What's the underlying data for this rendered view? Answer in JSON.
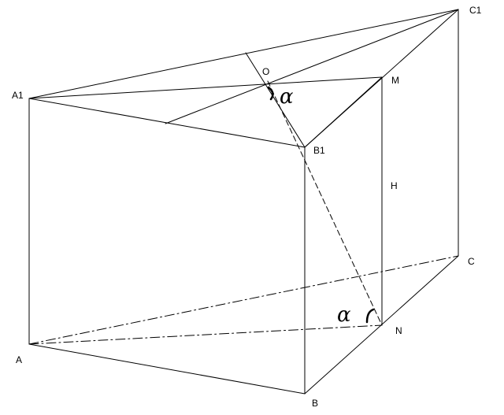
{
  "figure": {
    "vertex_labels": {
      "A1": "A1",
      "C1": "C1",
      "O": "O",
      "M": "M",
      "B1": "B1",
      "H": "H",
      "C": "C",
      "N": "N",
      "A": "A",
      "B": "B"
    },
    "angle_labels": {
      "top": "α",
      "bottom": "α"
    },
    "stroke_color": "#000000",
    "background_color": "#ffffff"
  }
}
